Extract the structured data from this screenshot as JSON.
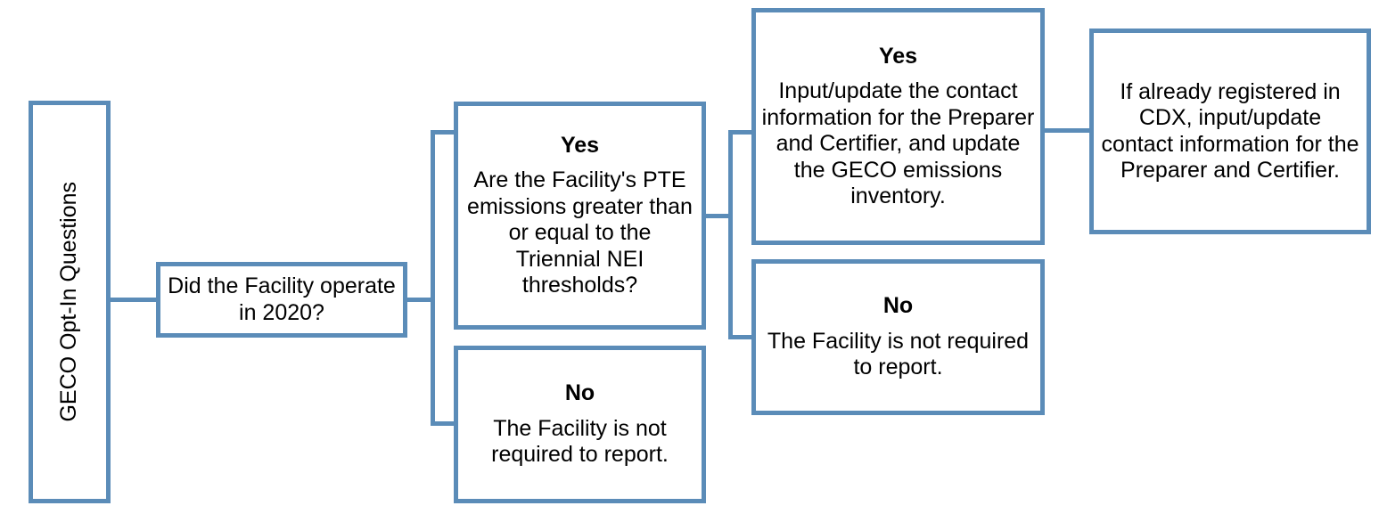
{
  "diagram": {
    "title_node": {
      "label": "GECO Opt-In Questions",
      "orientation": "vertical"
    },
    "accent_color": "#5b8cb8",
    "text_color": "#000000",
    "background_color": "#ffffff",
    "nodes": [
      {
        "id": "operate",
        "heading": "",
        "body": "Did the Facility operate in 2020?"
      },
      {
        "id": "pte",
        "heading": "Yes",
        "body": "Are the Facility's PTE emissions greater than or equal to the Triennial NEI thresholds?"
      },
      {
        "id": "no1",
        "heading": "No",
        "body": "The Facility is not required to report."
      },
      {
        "id": "yes2",
        "heading": "Yes",
        "body": "Input/update the contact information for the Preparer and Certifier, and update the GECO emissions inventory."
      },
      {
        "id": "no2",
        "heading": "No",
        "body": "The Facility is not required to report."
      },
      {
        "id": "cdx",
        "heading": "",
        "body": "If already registered in CDX, input/update contact information for the Preparer and Certifier."
      }
    ]
  }
}
